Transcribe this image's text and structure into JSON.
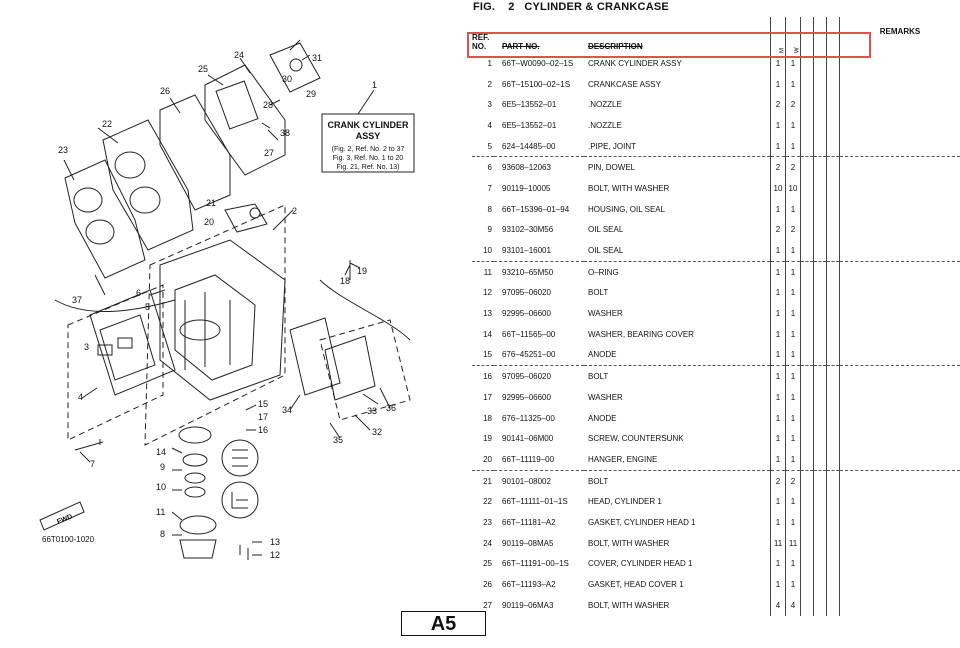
{
  "figure": {
    "label": "FIG.",
    "number": "2",
    "title": "CYLINDER & CRANKCASE"
  },
  "columns": {
    "ref_top": "REF.",
    "ref_bottom": "NO.",
    "part_no": "PART NO.",
    "description": "DESCRIPTION",
    "m": "M",
    "w": "W",
    "remarks": "REMARKS"
  },
  "rows": [
    {
      "ref": "1",
      "part": "66T–W0090–02–1S",
      "desc": "CRANK CYLINDER ASSY",
      "m": "1",
      "w": "1"
    },
    {
      "ref": "2",
      "part": "66T–15100–02–1S",
      "desc": "CRANKCASE ASSY",
      "m": "1",
      "w": "1"
    },
    {
      "ref": "3",
      "part": "6E5–13552–01",
      "desc": ".NOZZLE",
      "m": "2",
      "w": "2"
    },
    {
      "ref": "4",
      "part": "6E5–13552–01",
      "desc": ".NOZZLE",
      "m": "1",
      "w": "1"
    },
    {
      "ref": "5",
      "part": "624–14485–00",
      "desc": ".PIPE, JOINT",
      "m": "1",
      "w": "1"
    },
    {
      "ref": "6",
      "part": "93608–12063",
      "desc": "PIN, DOWEL",
      "m": "2",
      "w": "2"
    },
    {
      "ref": "7",
      "part": "90119–10005",
      "desc": "BOLT, WITH WASHER",
      "m": "10",
      "w": "10"
    },
    {
      "ref": "8",
      "part": "66T–15396–01–94",
      "desc": "HOUSING, OIL SEAL",
      "m": "1",
      "w": "1"
    },
    {
      "ref": "9",
      "part": "93102–30M56",
      "desc": "OIL SEAL",
      "m": "2",
      "w": "2"
    },
    {
      "ref": "10",
      "part": "93101–16001",
      "desc": "OIL SEAL",
      "m": "1",
      "w": "1"
    },
    {
      "ref": "11",
      "part": "93210–65M50",
      "desc": "O–RING",
      "m": "1",
      "w": "1"
    },
    {
      "ref": "12",
      "part": "97095–06020",
      "desc": "BOLT",
      "m": "1",
      "w": "1"
    },
    {
      "ref": "13",
      "part": "92995–06600",
      "desc": "WASHER",
      "m": "1",
      "w": "1"
    },
    {
      "ref": "14",
      "part": "66T–11565–00",
      "desc": "WASHER, BEARING COVER",
      "m": "1",
      "w": "1"
    },
    {
      "ref": "15",
      "part": "676–45251–00",
      "desc": "ANODE",
      "m": "1",
      "w": "1"
    },
    {
      "ref": "16",
      "part": "97095–06020",
      "desc": "BOLT",
      "m": "1",
      "w": "1"
    },
    {
      "ref": "17",
      "part": "92995–06600",
      "desc": "WASHER",
      "m": "1",
      "w": "1"
    },
    {
      "ref": "18",
      "part": "676–11325–00",
      "desc": "ANODE",
      "m": "1",
      "w": "1"
    },
    {
      "ref": "19",
      "part": "90141–06M00",
      "desc": "SCREW, COUNTERSUNK",
      "m": "1",
      "w": "1"
    },
    {
      "ref": "20",
      "part": "66T–11119–00",
      "desc": "HANGER, ENGINE",
      "m": "1",
      "w": "1"
    },
    {
      "ref": "21",
      "part": "90101–08002",
      "desc": "BOLT",
      "m": "2",
      "w": "2"
    },
    {
      "ref": "22",
      "part": "66T–11111–01–1S",
      "desc": "HEAD, CYLINDER 1",
      "m": "1",
      "w": "1"
    },
    {
      "ref": "23",
      "part": "66T–11181–A2",
      "desc": "GASKET, CYLINDER HEAD 1",
      "m": "1",
      "w": "1"
    },
    {
      "ref": "24",
      "part": "90119–08MA5",
      "desc": "BOLT, WITH WASHER",
      "m": "11",
      "w": "11"
    },
    {
      "ref": "25",
      "part": "66T–11191–00–1S",
      "desc": "COVER, CYLINDER HEAD 1",
      "m": "1",
      "w": "1"
    },
    {
      "ref": "26",
      "part": "66T–11193–A2",
      "desc": "GASKET, HEAD COVER 1",
      "m": "1",
      "w": "1"
    },
    {
      "ref": "27",
      "part": "90119–06MA3",
      "desc": "BOLT, WITH WASHER",
      "m": "4",
      "w": "4"
    }
  ],
  "diagram": {
    "callout_title_1": "CRANK CYLINDER",
    "callout_title_2": "ASSY",
    "callout_line_1": "(Fig. 2, Ref. No. 2 to 37",
    "callout_line_2": "Fig. 3, Ref. No. 1 to 20",
    "callout_line_3": "Fig. 21, Ref. No. 13)",
    "fwd": "FWD",
    "drawing_code": "66T0100-1020",
    "callouts": [
      "1",
      "2",
      "3",
      "4",
      "5",
      "6",
      "7",
      "8",
      "9",
      "10",
      "11",
      "12",
      "13",
      "14",
      "15",
      "16",
      "17",
      "18",
      "19",
      "20",
      "21",
      "22",
      "23",
      "24",
      "25",
      "26",
      "27",
      "28",
      "29",
      "30",
      "31",
      "32",
      "33",
      "34",
      "35",
      "36",
      "37",
      "38"
    ]
  },
  "page_label": "A5"
}
